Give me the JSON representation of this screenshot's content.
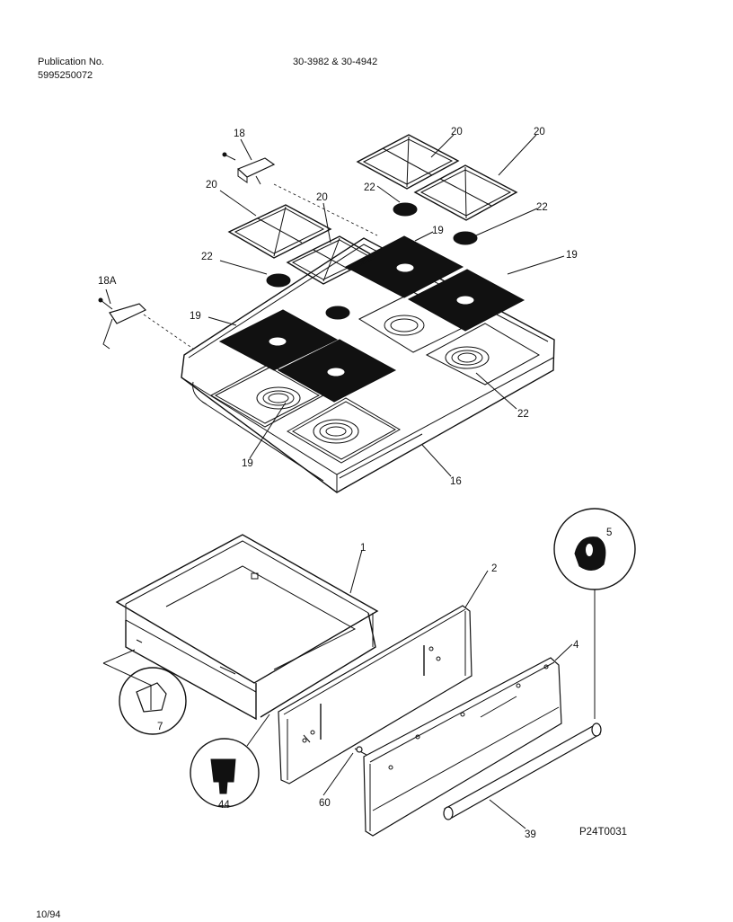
{
  "header": {
    "publication_label": "Publication No.",
    "publication_number": "5995250072",
    "model_numbers": "30-3982 & 30-4942"
  },
  "footer": {
    "date": "10/94",
    "figure_code": "P24T0031"
  },
  "callouts": {
    "c1": "1",
    "c2": "2",
    "c4": "4",
    "c5": "5",
    "c7": "7",
    "c16": "16",
    "c18": "18",
    "c18a": "18A",
    "c19a": "19",
    "c19b": "19",
    "c19c": "19",
    "c19d": "19",
    "c20a": "20",
    "c20b": "20",
    "c20c": "20",
    "c20d": "20",
    "c22a": "22",
    "c22b": "22",
    "c22c": "22",
    "c22d": "22",
    "c39": "39",
    "c44": "44",
    "c60": "60"
  }
}
